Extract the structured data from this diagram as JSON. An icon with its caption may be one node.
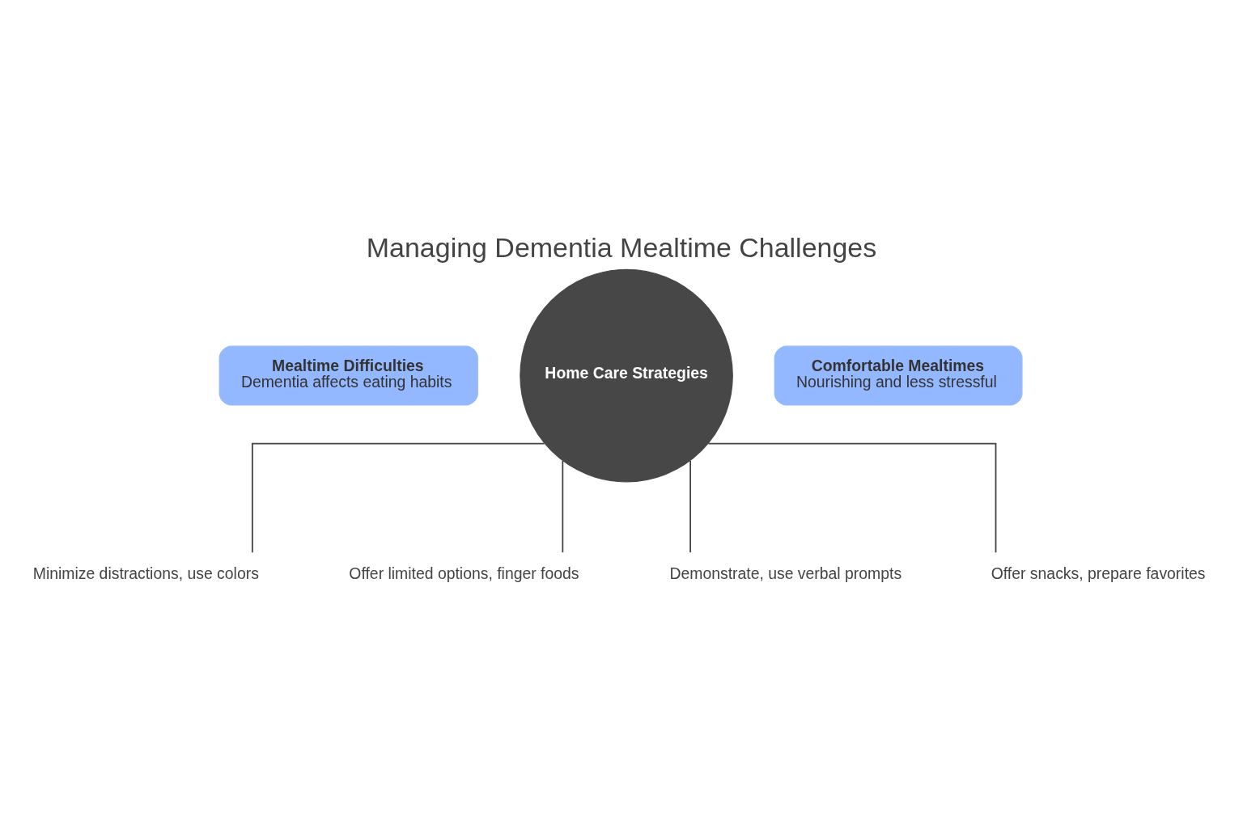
{
  "diagram": {
    "title": "Managing Dementia Mealtime Challenges",
    "nodes": [
      {
        "text": [
          "Mealtime Difficulties",
          "Dementia affects eating habits"
        ]
      },
      {
        "text": [
          "Home Care Strategies"
        ]
      },
      {
        "text": [
          "Comfortable Mealtimes",
          "Nourishing and less stressful"
        ]
      },
      {
        "text": [
          "Minimize distractions, use colors"
        ]
      },
      {
        "text": [
          "Offer limited options, finger foods"
        ]
      },
      {
        "text": [
          "Demonstrate, use verbal prompts"
        ]
      },
      {
        "text": [
          "Offer snacks, prepare favorites"
        ]
      }
    ],
    "edges": [
      {
        "from": 1,
        "to": 3,
        "arrow": "none"
      },
      {
        "from": 1,
        "to": 4,
        "arrow": "none"
      },
      {
        "from": 1,
        "to": 5,
        "arrow": "none"
      },
      {
        "from": 1,
        "to": 6,
        "arrow": "none"
      }
    ]
  }
}
